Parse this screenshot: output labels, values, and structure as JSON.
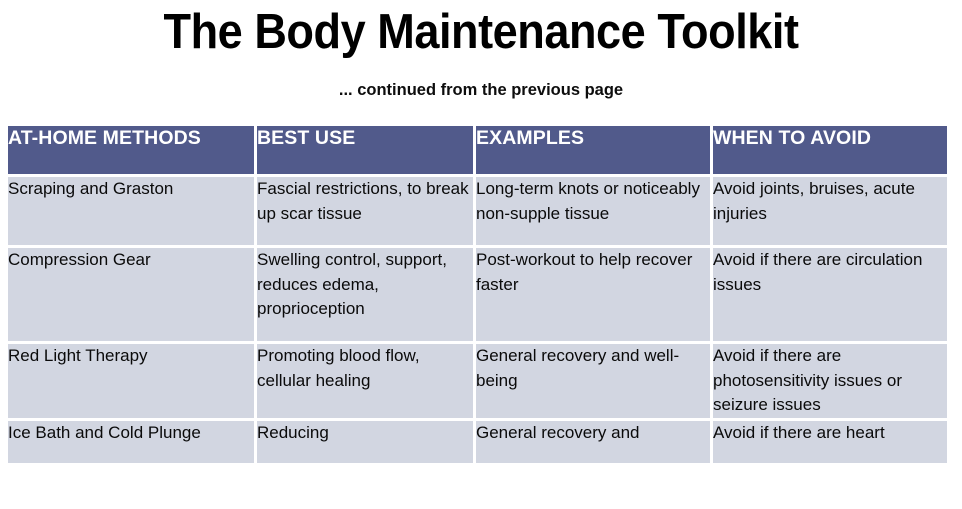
{
  "document": {
    "title": "The Body Maintenance Toolkit",
    "subtitle": "... continued from the previous page"
  },
  "colors": {
    "header_band": "#515a8b",
    "header_text": "#ffffff",
    "cell_background": "#d2d6e1",
    "cell_text": "#0a0a0a",
    "page_background": "#ffffff"
  },
  "table": {
    "headers": [
      "AT-HOME METHODS",
      "BEST USE",
      "EXAMPLES",
      "WHEN TO AVOID"
    ],
    "rows": [
      {
        "method": "Scraping and Graston",
        "best_use": "Fascial restrictions, to break up scar tissue",
        "examples": "Long-term knots or noticeably non-supple tissue",
        "when_to_avoid": "Avoid joints, bruises, acute injuries"
      },
      {
        "method": "Compression Gear",
        "best_use": "Swelling control, support, reduces edema, proprioception",
        "examples": "Post-workout to help recover faster",
        "when_to_avoid": "Avoid if there are circulation issues"
      },
      {
        "method": "Red Light Therapy",
        "best_use": "Promoting blood flow, cellular healing",
        "examples": "General recovery and well-being",
        "when_to_avoid": "Avoid if there are photosensitivity issues or seizure issues"
      },
      {
        "method": "Ice Bath and Cold Plunge",
        "best_use": "Reducing",
        "examples": "General recovery and",
        "when_to_avoid": "Avoid if there are heart"
      }
    ]
  }
}
